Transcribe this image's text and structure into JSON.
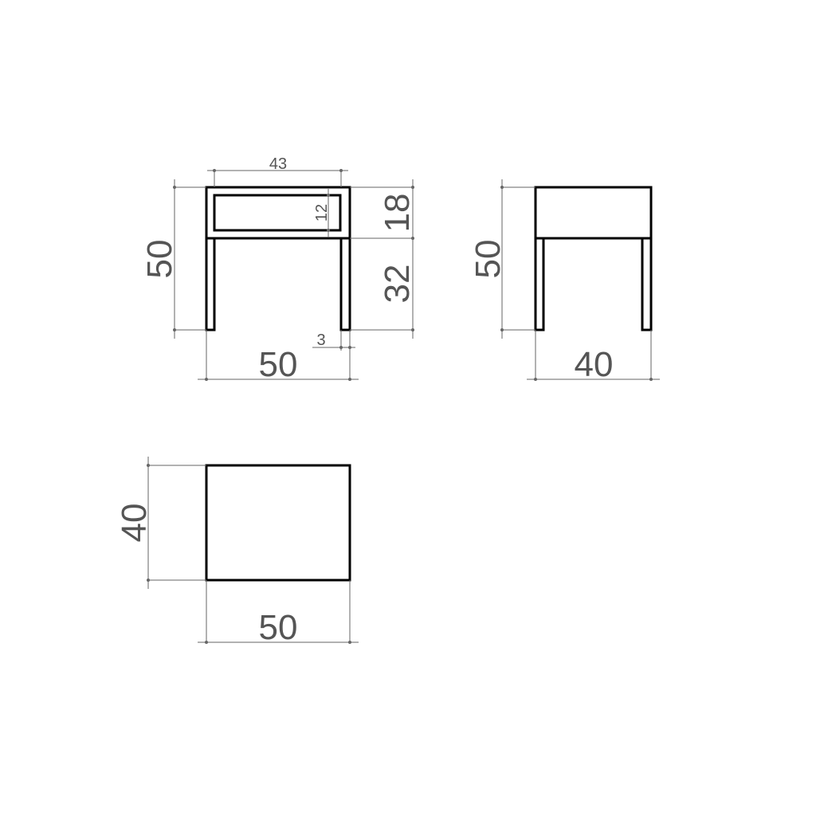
{
  "front_view": {
    "total_height": "50",
    "total_width": "50",
    "drawer_width": "43",
    "drawer_height": "12",
    "box_height": "18",
    "leg_height": "32",
    "leg_thickness": "3"
  },
  "side_view": {
    "total_height": "50",
    "depth": "40"
  },
  "top_view": {
    "depth": "40",
    "width": "50"
  }
}
